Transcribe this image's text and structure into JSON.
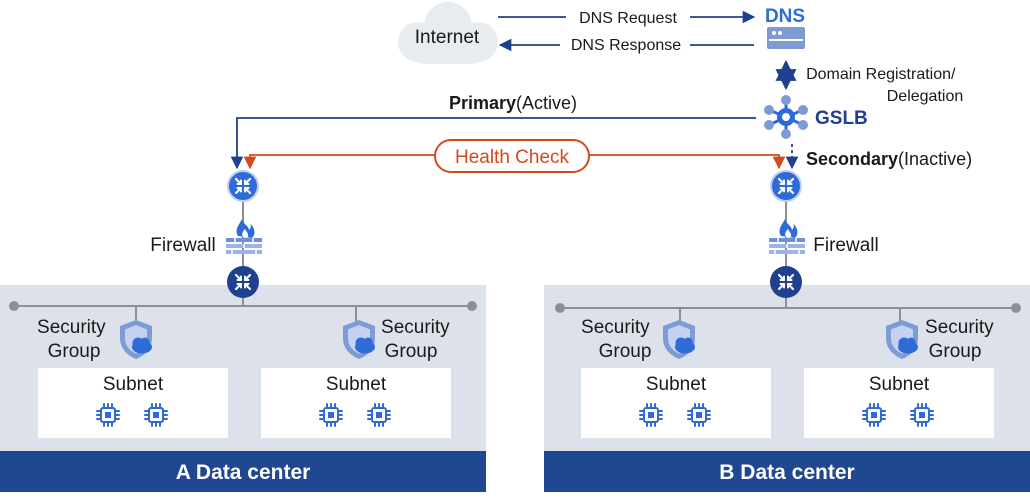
{
  "internet": {
    "label": "Internet"
  },
  "dns": {
    "label": "DNS",
    "request_label": "DNS Request",
    "response_label": "DNS Response"
  },
  "domain_registration": {
    "line1": "Domain Registration/",
    "line2": "Delegation"
  },
  "gslb": {
    "label": "GSLB"
  },
  "primary": {
    "bold": "Primary",
    "state": "(Active)"
  },
  "secondary": {
    "bold": "Secondary",
    "state": "(Inactive)"
  },
  "health_check": {
    "label": "Health Check"
  },
  "data_centers": [
    {
      "firewall_label": "Firewall",
      "footer": "A Data center",
      "security_groups": [
        {
          "line1": "Security",
          "line2": "Group"
        },
        {
          "line1": "Security",
          "line2": "Group"
        }
      ],
      "subnets": [
        {
          "label": "Subnet"
        },
        {
          "label": "Subnet"
        }
      ]
    },
    {
      "firewall_label": "Firewall",
      "footer": "B Data center",
      "security_groups": [
        {
          "line1": "Security",
          "line2": "Group"
        },
        {
          "line1": "Security",
          "line2": "Group"
        }
      ],
      "subnets": [
        {
          "label": "Subnet"
        },
        {
          "label": "Subnet"
        }
      ]
    }
  ],
  "colors": {
    "navy": "#1f3f8f",
    "blue": "#2f6bd6",
    "health_check": "#d24a1e",
    "panel_bg": "#dde2ea",
    "footer_bg": "#1f4890",
    "cloud_bg": "#e8ebf0"
  }
}
